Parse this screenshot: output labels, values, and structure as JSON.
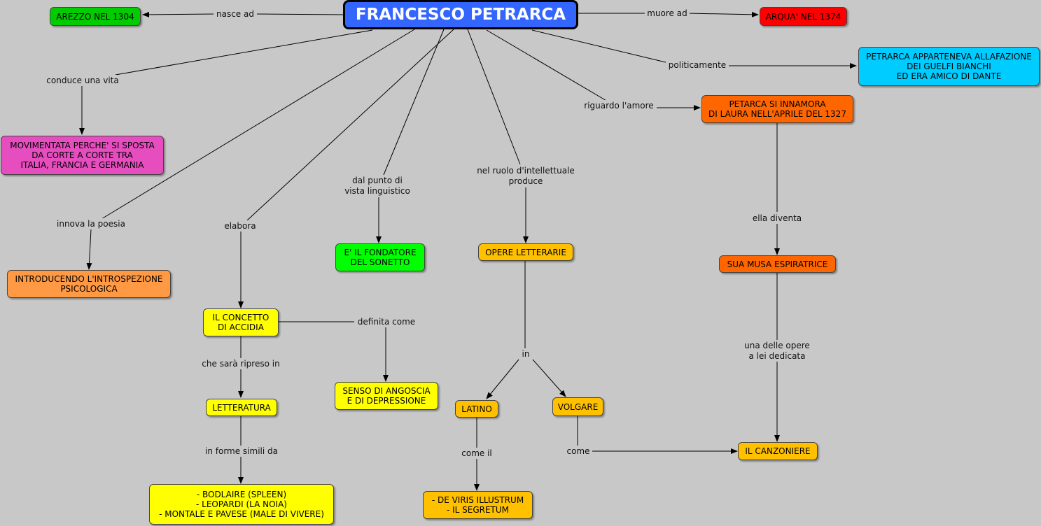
{
  "colors": {
    "background": "#c8c8c8",
    "main": "#3366ff",
    "green": "#00cc00",
    "red": "#ff0000",
    "cyan": "#00ccff",
    "orange_dark": "#ff6600",
    "orange_light": "#ff9944",
    "magenta": "#e64ebf",
    "yellow": "#ffff00",
    "gold": "#ffc000"
  },
  "concepts": {
    "main": "FRANCESCO PETRARCA",
    "arezzo": "AREZZO NEL 1304",
    "arqua": "ARQUA' NEL 1374",
    "guelfi": "PETRARCA APPARTENEVA ALLAFAZIONE\nDEI GUELFI BIANCHI\nED ERA AMICO DI DANTE",
    "laura": "PETARCA SI INNAMORA\nDI LAURA NELL'APRILE DEL 1327",
    "movimentata": "MOVIMENTATA PERCHE' SI SPOSTA\nDA  CORTE A CORTE TRA\nITALIA, FRANCIA E GERMANIA",
    "introspezione": "INTRODUCENDO L'INTROSPEZIONE\nPSICOLOGICA",
    "sonetto": "E' IL FONDATORE\nDEL SONETTO",
    "opere": "OPERE LETTERARIE",
    "musa": "SUA MUSA ESPIRATRICE",
    "accidia": "IL CONCETTO\nDI ACCIDIA",
    "angoscia": "SENSO DI ANGOSCIA\nE DI DEPRESSIONE",
    "letteratura": "LETTERATURA",
    "latino": "LATINO",
    "volgare": "VOLGARE",
    "canzoniere": "IL CANZONIERE",
    "autori": "- BODLAIRE (SPLEEN)\n- LEOPARDI (LA NOIA)\n- MONTALE E PAVESE (MALE DI VIVERE)",
    "viris": "- DE VIRIS ILLUSTRUM\n- IL SEGRETUM"
  },
  "linking_phrases": {
    "nasce": "nasce ad",
    "muore": "muore ad",
    "politicamente": "politicamente",
    "amore": "riguardo l'amore",
    "vita": "conduce una vita",
    "linguistico": "dal punto di\nvista linguistico",
    "intellettuale": "nel ruolo d'intellettuale\nproduce",
    "diventa": "ella diventa",
    "innova": "innova la poesia",
    "elabora": "elabora",
    "definita": "definita come",
    "ripreso": "che sarà ripreso in",
    "in": "in",
    "dedicata": "una delle opere\na lei dedicata",
    "forme": "in forme simili da",
    "comeil": "come il",
    "come": "come"
  }
}
